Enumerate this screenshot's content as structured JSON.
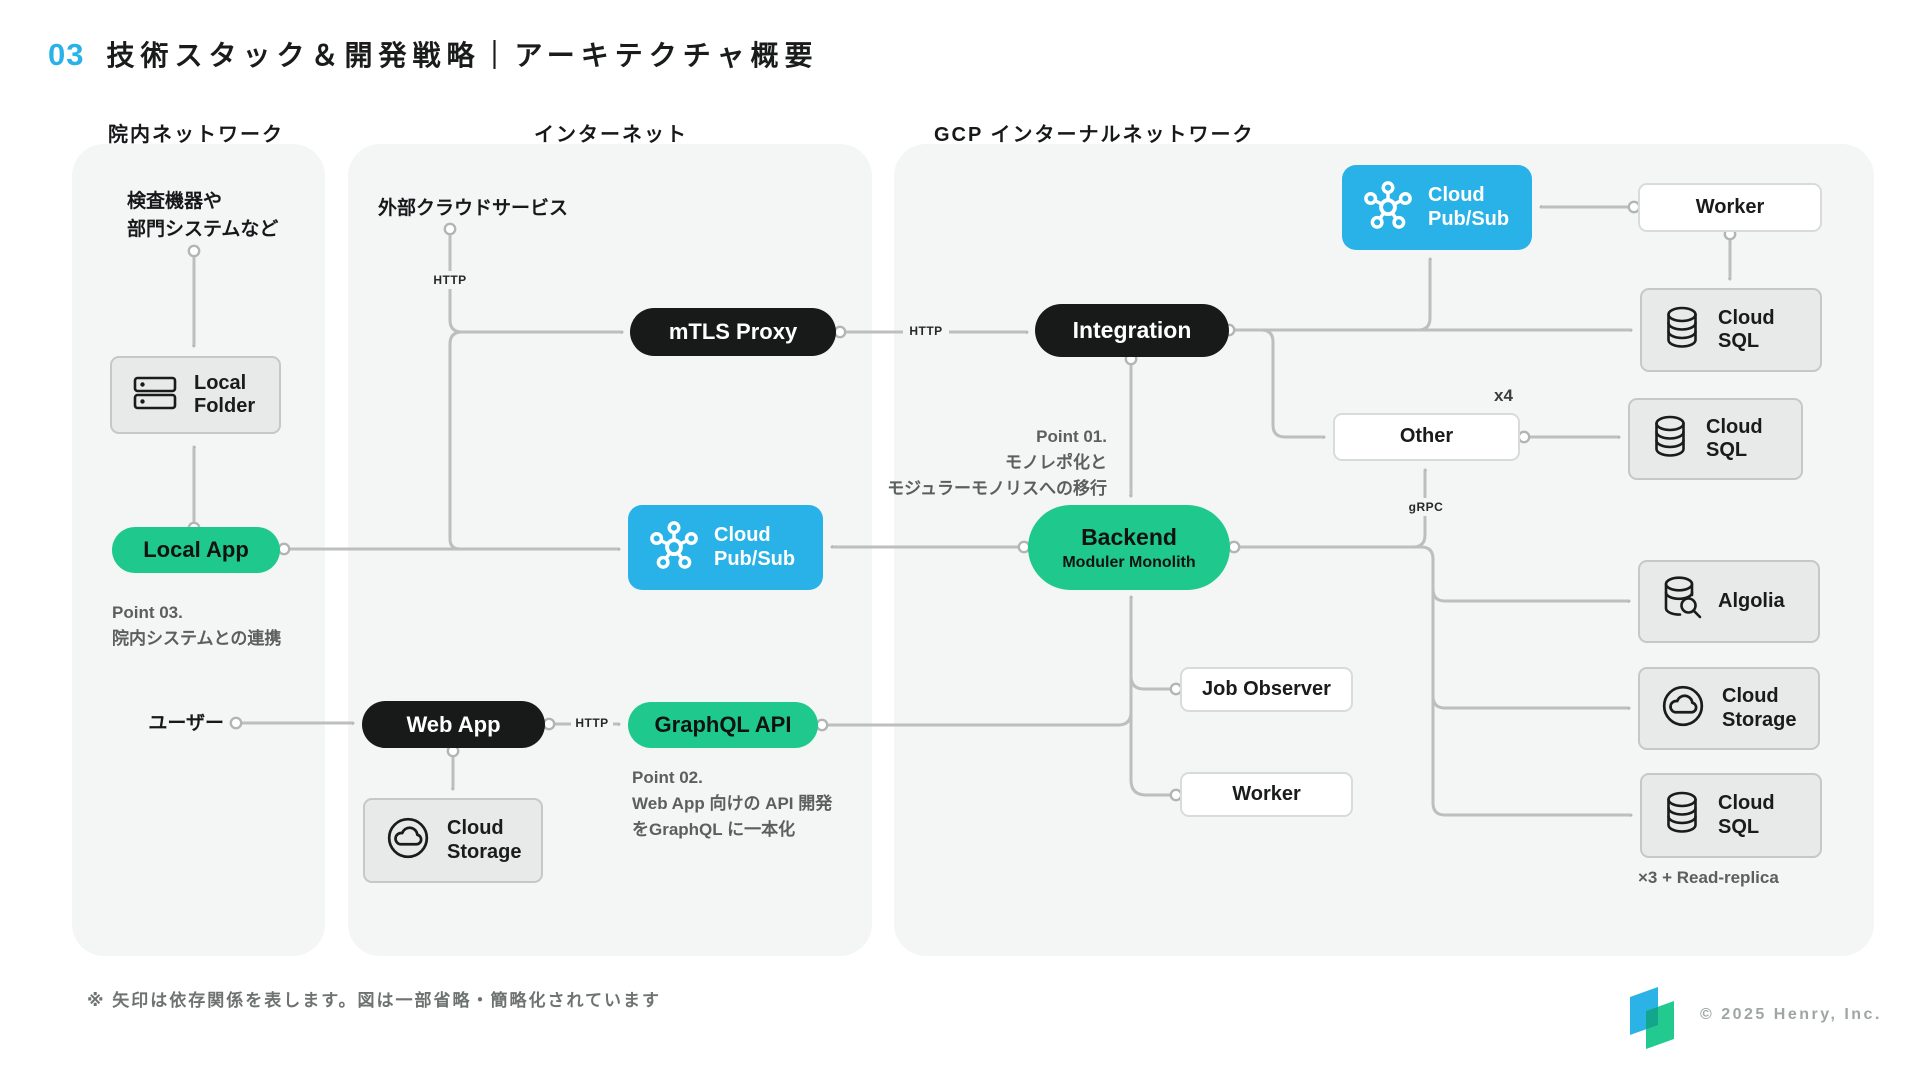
{
  "header": {
    "number": "03",
    "title": "技術スタック＆開発戦略｜アーキテクチャ概要"
  },
  "panels": {
    "hospital": "院内ネットワーク",
    "internet": "インターネット",
    "gcp": "GCP インターナルネットワーク"
  },
  "nodes": {
    "devices_note": "検査機器や\n部門システムなど",
    "local_folder": "Local Folder",
    "local_app": "Local App",
    "user": "ユーザー",
    "ext_cloud": "外部クラウドサービス",
    "mtls": "mTLS Proxy",
    "pubsub_internet": "Cloud Pub/Sub",
    "web_app": "Web App",
    "graphql": "GraphQL API",
    "storage_internet": "Cloud Storage",
    "integration": "Integration",
    "backend_title": "Backend",
    "backend_sub": "Moduler Monolith",
    "other": "Other",
    "worker_top": "Worker",
    "worker_bottom": "Worker",
    "job_observer": "Job Observer",
    "pubsub_gcp": "Cloud Pub/Sub",
    "sql1": "Cloud SQL",
    "sql2": "Cloud SQL",
    "sql3": "Cloud SQL",
    "algolia": "Algolia",
    "storage_gcp": "Cloud Storage"
  },
  "edge_labels": {
    "http_ext": "HTTP",
    "http_mtls": "HTTP",
    "http_web": "HTTP",
    "grpc": "gRPC",
    "x4": "x4",
    "x3_replica": "×3 + Read-replica"
  },
  "notes": {
    "point01": "Point 01.\nモノレポ化と\nモジュラーモノリスへの移行",
    "point02": "Point 02.\nWeb App 向けの API 開発\nをGraphQL に一本化",
    "point03": "Point 03.\n院内システムとの連携"
  },
  "footer": {
    "note": "※ 矢印は依存関係を表します。図は一部省略・簡略化されています",
    "copyright": "© 2025 Henry, Inc."
  },
  "colors": {
    "accent_cyan": "#29b2e8",
    "accent_green": "#1fc98e",
    "pill_black": "#181a1a",
    "line_gray": "#bcbfbe"
  }
}
